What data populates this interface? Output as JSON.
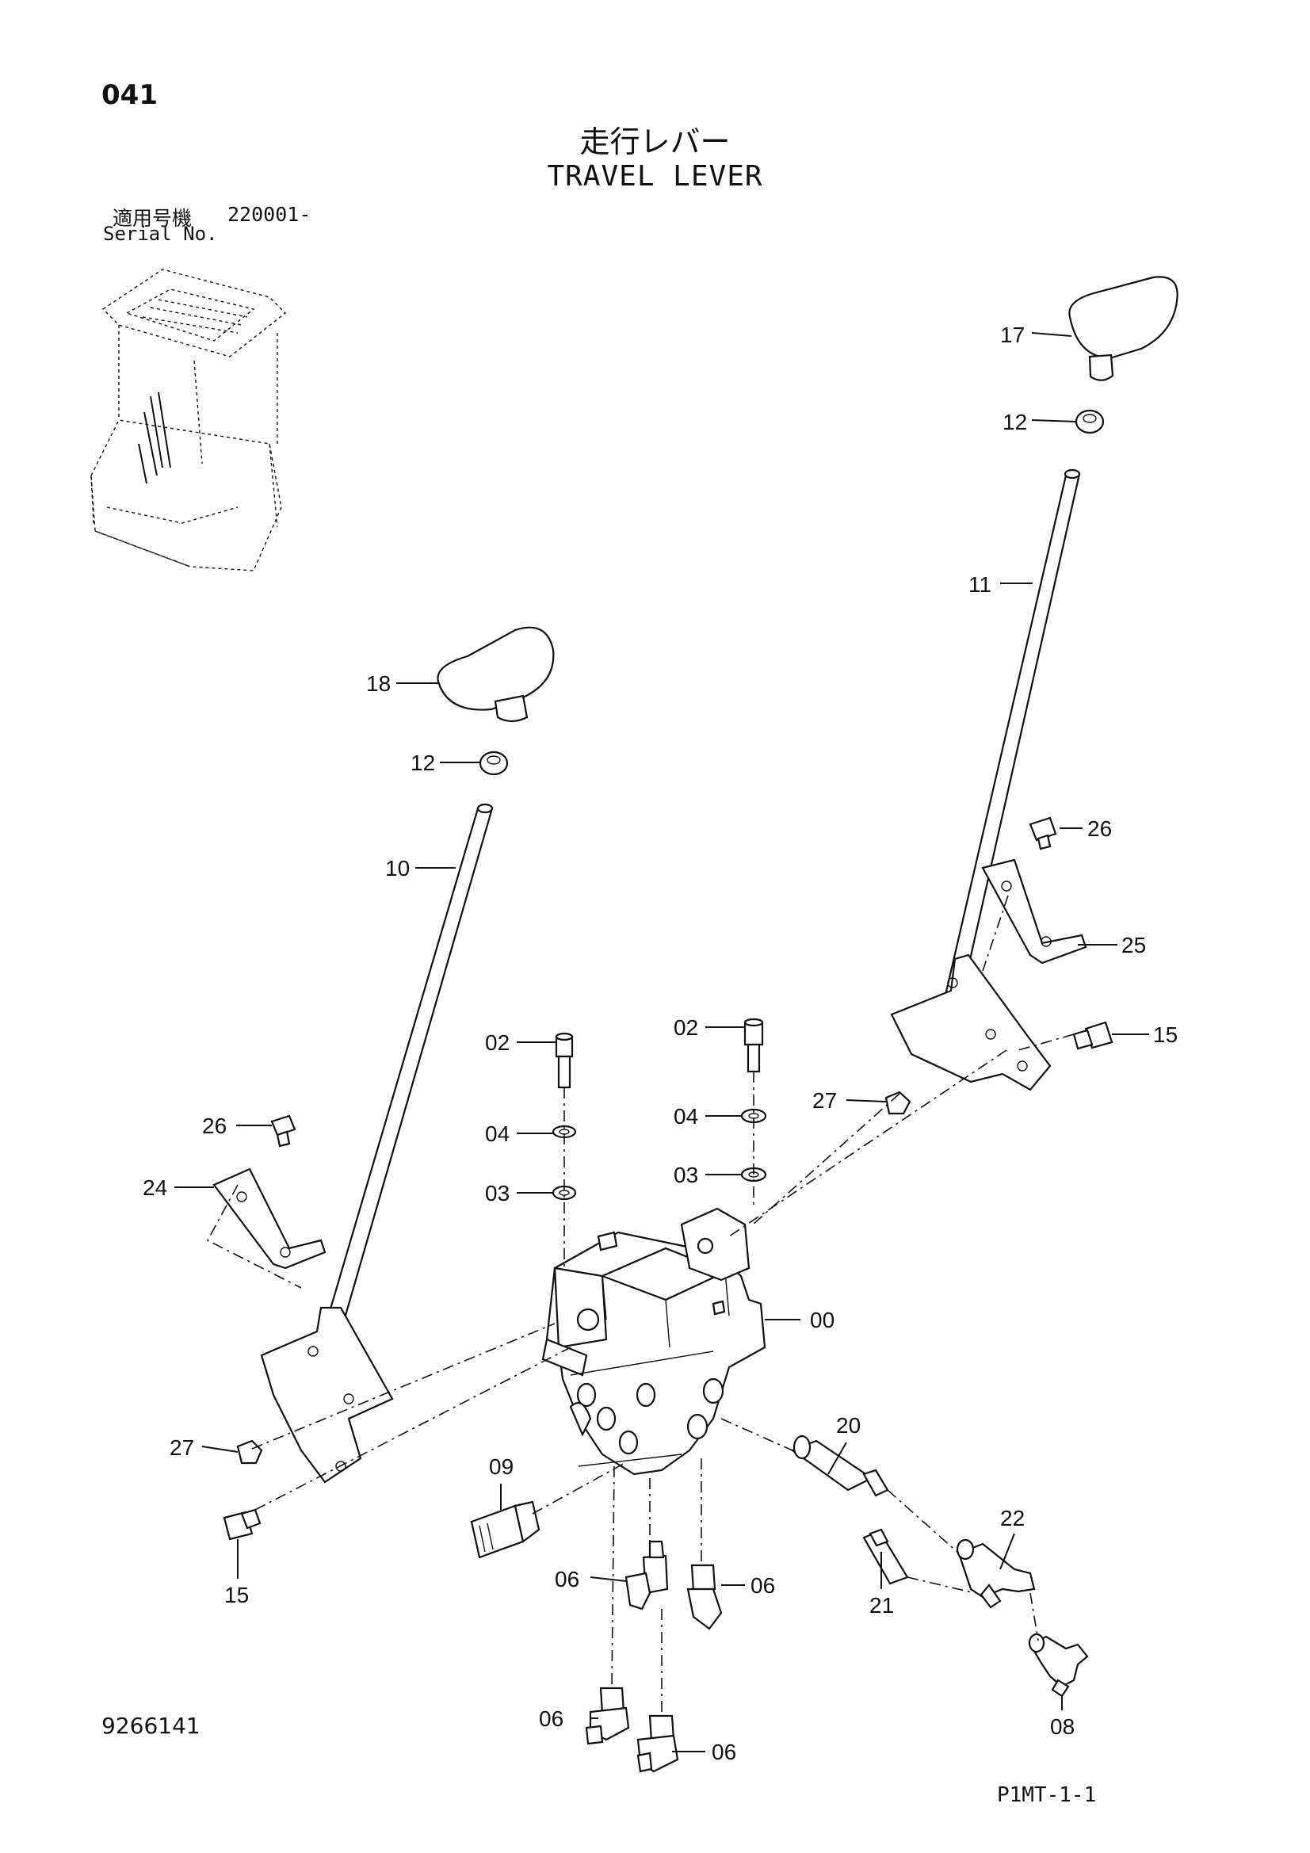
{
  "header": {
    "page_number": "041",
    "title_jp": "走行レバー",
    "title_en": "TRAVEL LEVER",
    "serial_label_jp": "適用号機",
    "serial_value": "220001-",
    "serial_label_en": "Serial No."
  },
  "footer": {
    "document_number": "9266141",
    "page_code": "P1MT-1-1"
  },
  "parts": [
    "17",
    "12",
    "11",
    "26",
    "25",
    "15",
    "27",
    "18",
    "12",
    "10",
    "02",
    "04",
    "03",
    "02",
    "04",
    "03",
    "26",
    "24",
    "00",
    "27",
    "20",
    "09",
    "22",
    "21",
    "15",
    "06",
    "06",
    "06",
    "06",
    "08"
  ]
}
